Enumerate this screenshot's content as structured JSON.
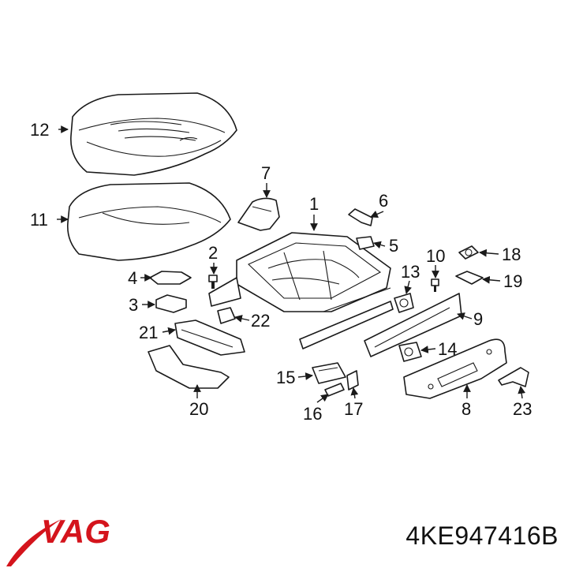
{
  "callouts": {
    "c1": "1",
    "c2": "2",
    "c3": "3",
    "c4": "4",
    "c5": "5",
    "c6": "6",
    "c7": "7",
    "c8": "8",
    "c9": "9",
    "c10": "10",
    "c11": "11",
    "c12": "12",
    "c13": "13",
    "c14": "14",
    "c15": "15",
    "c16": "16",
    "c17": "17",
    "c18": "18",
    "c19": "19",
    "c20": "20",
    "c21": "21",
    "c22": "22",
    "c23": "23"
  },
  "brand": {
    "name": "VAG",
    "color": "#d4141c"
  },
  "part_number": "4KE947416B"
}
